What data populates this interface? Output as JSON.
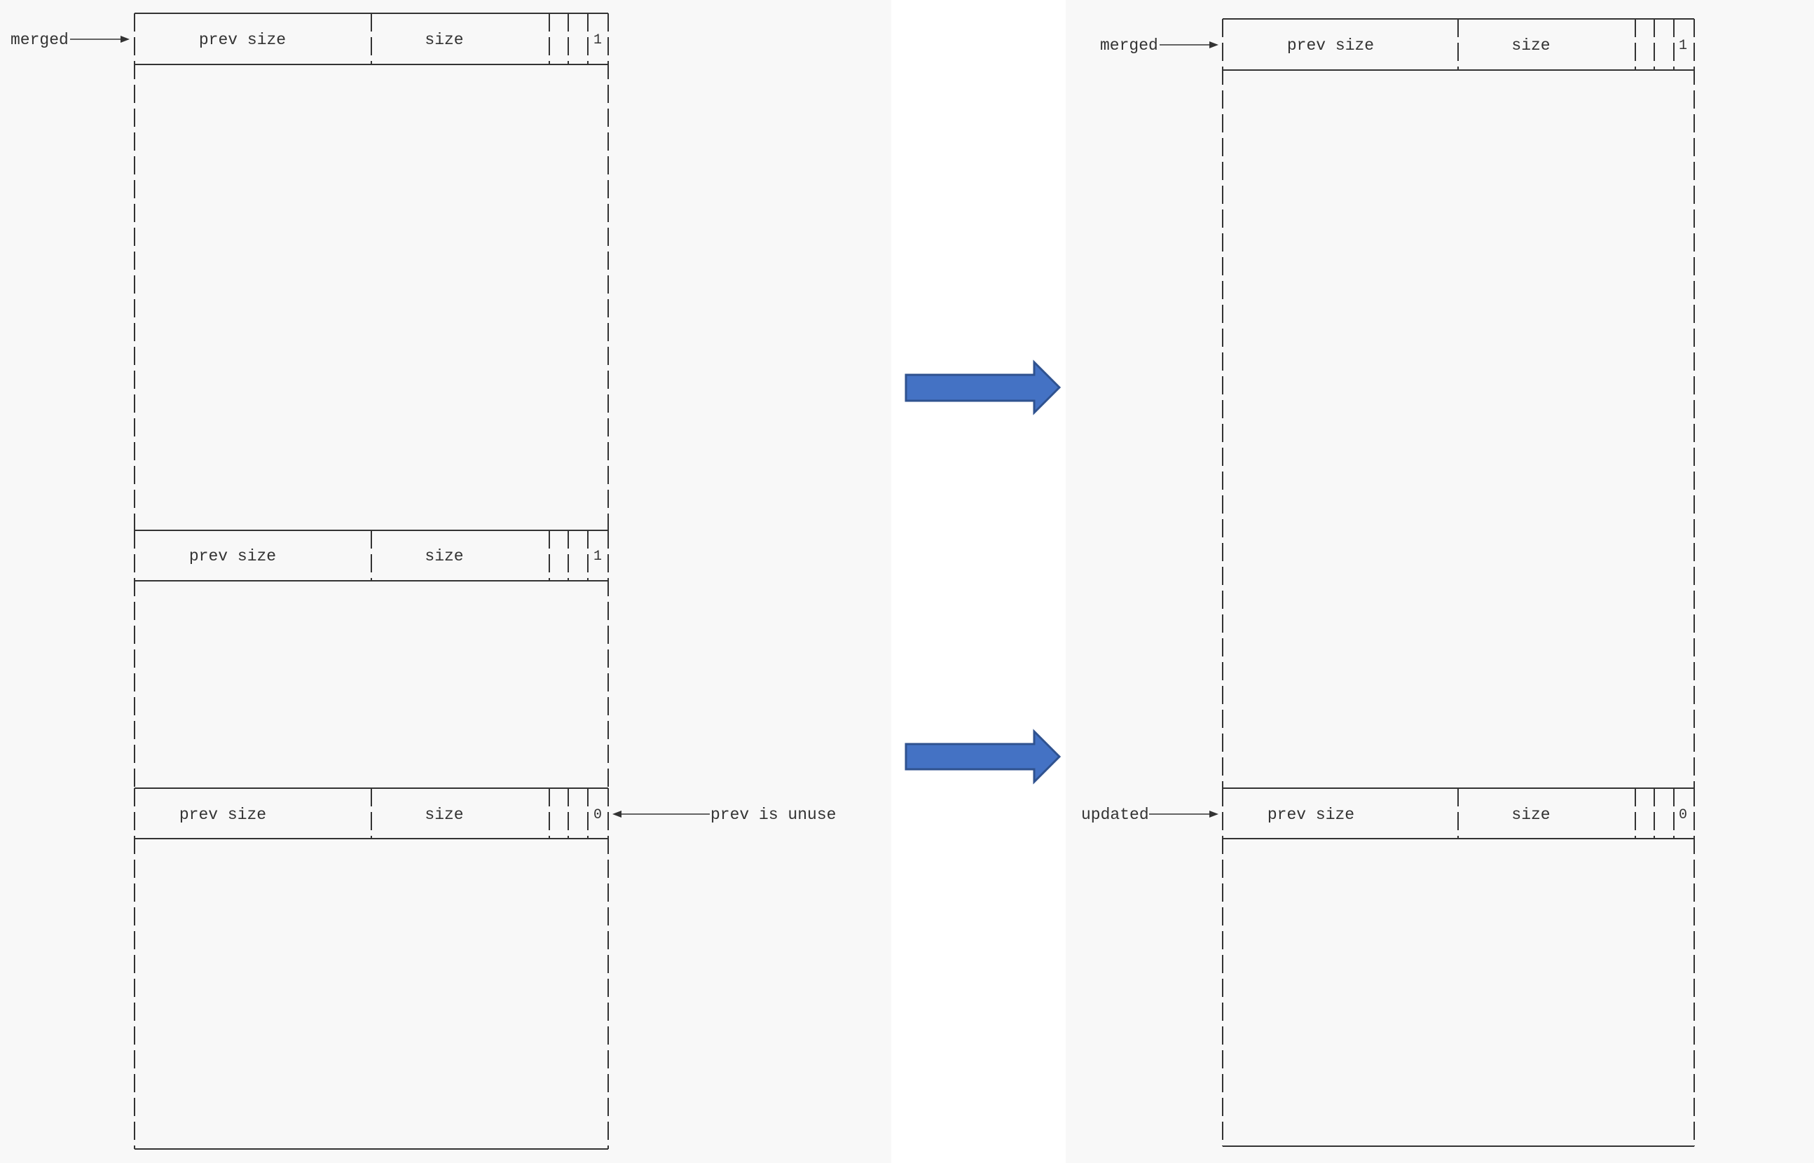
{
  "panels": {
    "before": {
      "chunks": [
        {
          "prev_size_label": "prev size",
          "size_label": "size",
          "flag": "1"
        },
        {
          "prev_size_label": "prev size",
          "size_label": "size",
          "flag": "1"
        },
        {
          "prev_size_label": "prev size",
          "size_label": "size",
          "flag": "0"
        }
      ],
      "pointers": {
        "merged": "merged",
        "prev_unused": "prev is unuse"
      }
    },
    "after": {
      "chunks": [
        {
          "prev_size_label": "prev size",
          "size_label": "size",
          "flag": "1"
        },
        {
          "prev_size_label": "prev size",
          "size_label": "size",
          "flag": "0"
        }
      ],
      "pointers": {
        "merged": "merged",
        "updated": "updated"
      }
    }
  },
  "colors": {
    "panel_background": "#f8f8f8",
    "line": "#333333",
    "arrow_fill": "#4472c4",
    "arrow_stroke": "#2f528f"
  },
  "icons": {
    "transition": "right-arrow-icon"
  }
}
